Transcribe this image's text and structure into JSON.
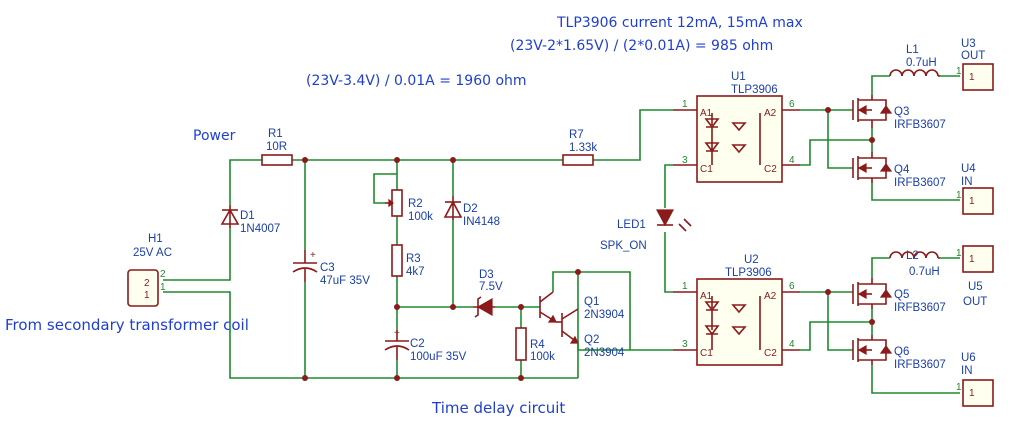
{
  "notes": {
    "tlp_current": "TLP3906 current 12mA, 15mA max",
    "formula_985": "(23V-2*1.65V) / (2*0.01A) = 985 ohm",
    "formula_1960": "(23V-3.4V) / 0.01A = 1960 ohm",
    "power": "Power",
    "secondary": "From secondary transformer coil",
    "time_delay": "Time delay circuit"
  },
  "components": {
    "H1": {
      "ref": "H1",
      "value": "25V AC",
      "pins": [
        "2",
        "1"
      ]
    },
    "D1": {
      "ref": "D1",
      "value": "1N4007"
    },
    "R1": {
      "ref": "R1",
      "value": "10R"
    },
    "C3": {
      "ref": "C3",
      "value": "47uF 35V"
    },
    "R2": {
      "ref": "R2",
      "value": "100k"
    },
    "R3": {
      "ref": "R3",
      "value": "4k7"
    },
    "C2": {
      "ref": "C2",
      "value": "100uF 35V"
    },
    "D2": {
      "ref": "D2",
      "value": "IN4148"
    },
    "D3": {
      "ref": "D3",
      "value": "7.5V"
    },
    "R4": {
      "ref": "R4",
      "value": "100k"
    },
    "Q1": {
      "ref": "Q1",
      "value": "2N3904"
    },
    "Q2": {
      "ref": "Q2",
      "value": "2N3904"
    },
    "R7": {
      "ref": "R7",
      "value": "1.33k"
    },
    "LED1": {
      "ref": "LED1",
      "value": "SPK_ON"
    },
    "U1": {
      "ref": "U1",
      "value": "TLP3906"
    },
    "U2": {
      "ref": "U2",
      "value": "TLP3906"
    },
    "Q3": {
      "ref": "Q3",
      "value": "IRFB3607"
    },
    "Q4": {
      "ref": "Q4",
      "value": "IRFB3607"
    },
    "Q5": {
      "ref": "Q5",
      "value": "IRFB3607"
    },
    "Q6": {
      "ref": "Q6",
      "value": "IRFB3607"
    },
    "L1": {
      "ref": "L1",
      "value": "0.7uH"
    },
    "L2": {
      "ref": "L2",
      "value": "0.7uH"
    },
    "U3": {
      "ref": "U3",
      "value": "OUT"
    },
    "U4": {
      "ref": "U4",
      "value": "IN"
    },
    "U5": {
      "ref": "U5",
      "value": "OUT"
    },
    "U6": {
      "ref": "U6",
      "value": "IN"
    }
  },
  "pins": {
    "one": "1",
    "two": "2",
    "three": "3",
    "four": "4",
    "six": "6",
    "A1": "A1",
    "A2": "A2",
    "C1": "C1",
    "C2": "C2",
    "plus": "+"
  }
}
